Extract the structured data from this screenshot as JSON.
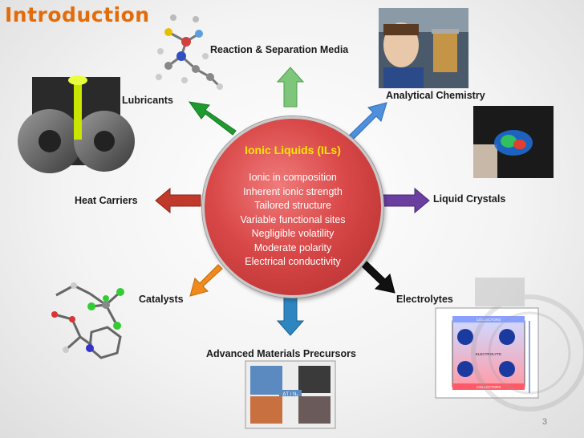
{
  "slide": {
    "title": "Introduction",
    "page_number": "3"
  },
  "center": {
    "title": "Ionic Liquids (ILs)",
    "properties": [
      "Ionic in composition",
      "Inherent ionic strength",
      "Tailored structure",
      "Variable functional sites",
      "Negligible volatility",
      "Moderate polarity",
      "Electrical conductivity"
    ]
  },
  "applications": {
    "reaction_separation": "Reaction & Separation Media",
    "analytical_chemistry": "Analytical Chemistry",
    "lubricants": "Lubricants",
    "heat_carriers": "Heat Carriers",
    "liquid_crystals": "Liquid Crystals",
    "catalysts": "Catalysts",
    "electrolytes": "Electrolytes",
    "advanced_materials": "Advanced Materials Precursors"
  },
  "arrow_colors": {
    "reaction_separation": "#7dc67a",
    "analytical_chemistry": "#4f8fdc",
    "lubricants": "#1f9a2f",
    "heat_carriers": "#c0392b",
    "liquid_crystals": "#6a3fa0",
    "catalysts": "#f08a1c",
    "electrolytes": "#111111",
    "advanced_materials": "#2e86c1"
  },
  "figure_text": {
    "electrolyte_top": "COLLECTORS",
    "electrolyte_mid": "ELECTROLYTE",
    "electrolyte_bottom": "COLLECTORS",
    "materials_arrow": "ΔT / N₂"
  }
}
